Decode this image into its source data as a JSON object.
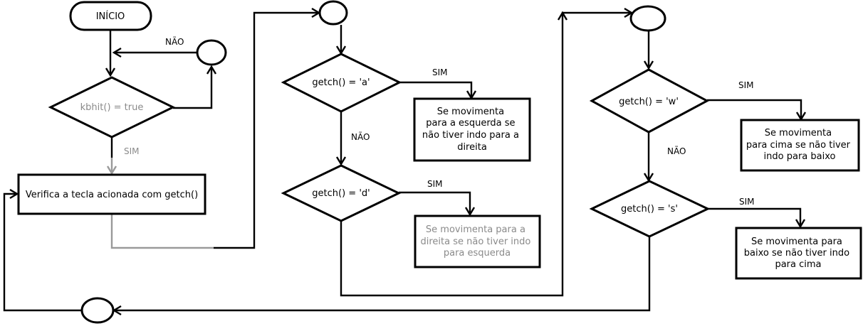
{
  "nodes": {
    "start": "INÍCIO",
    "kbhit_decision": "kbhit() = true",
    "verify_process": "Verifica a tecla acionada com getch()",
    "decision_a": "getch() = 'a'",
    "move_left": [
      "Se movimenta",
      "para a esquerda se",
      "não tiver indo para a",
      "direita"
    ],
    "decision_d": "getch() = 'd'",
    "move_right": [
      "Se movimenta para a",
      "direita se não tiver indo",
      "para esquerda"
    ],
    "decision_w": "getch() = 'w'",
    "move_up": [
      "Se movimenta",
      "para cima se não tiver",
      "indo para baixo"
    ],
    "decision_s": "getch() = 's'",
    "move_down": [
      "Se movimenta para",
      "baixo se não tiver indo",
      "para cima"
    ]
  },
  "edge_labels": {
    "kbhit_no": "NÃO",
    "kbhit_yes": "SIM",
    "a_yes": "SIM",
    "a_no": "NÃO",
    "d_yes": "SIM",
    "w_yes": "SIM",
    "w_no": "NÃO",
    "s_yes": "SIM"
  }
}
